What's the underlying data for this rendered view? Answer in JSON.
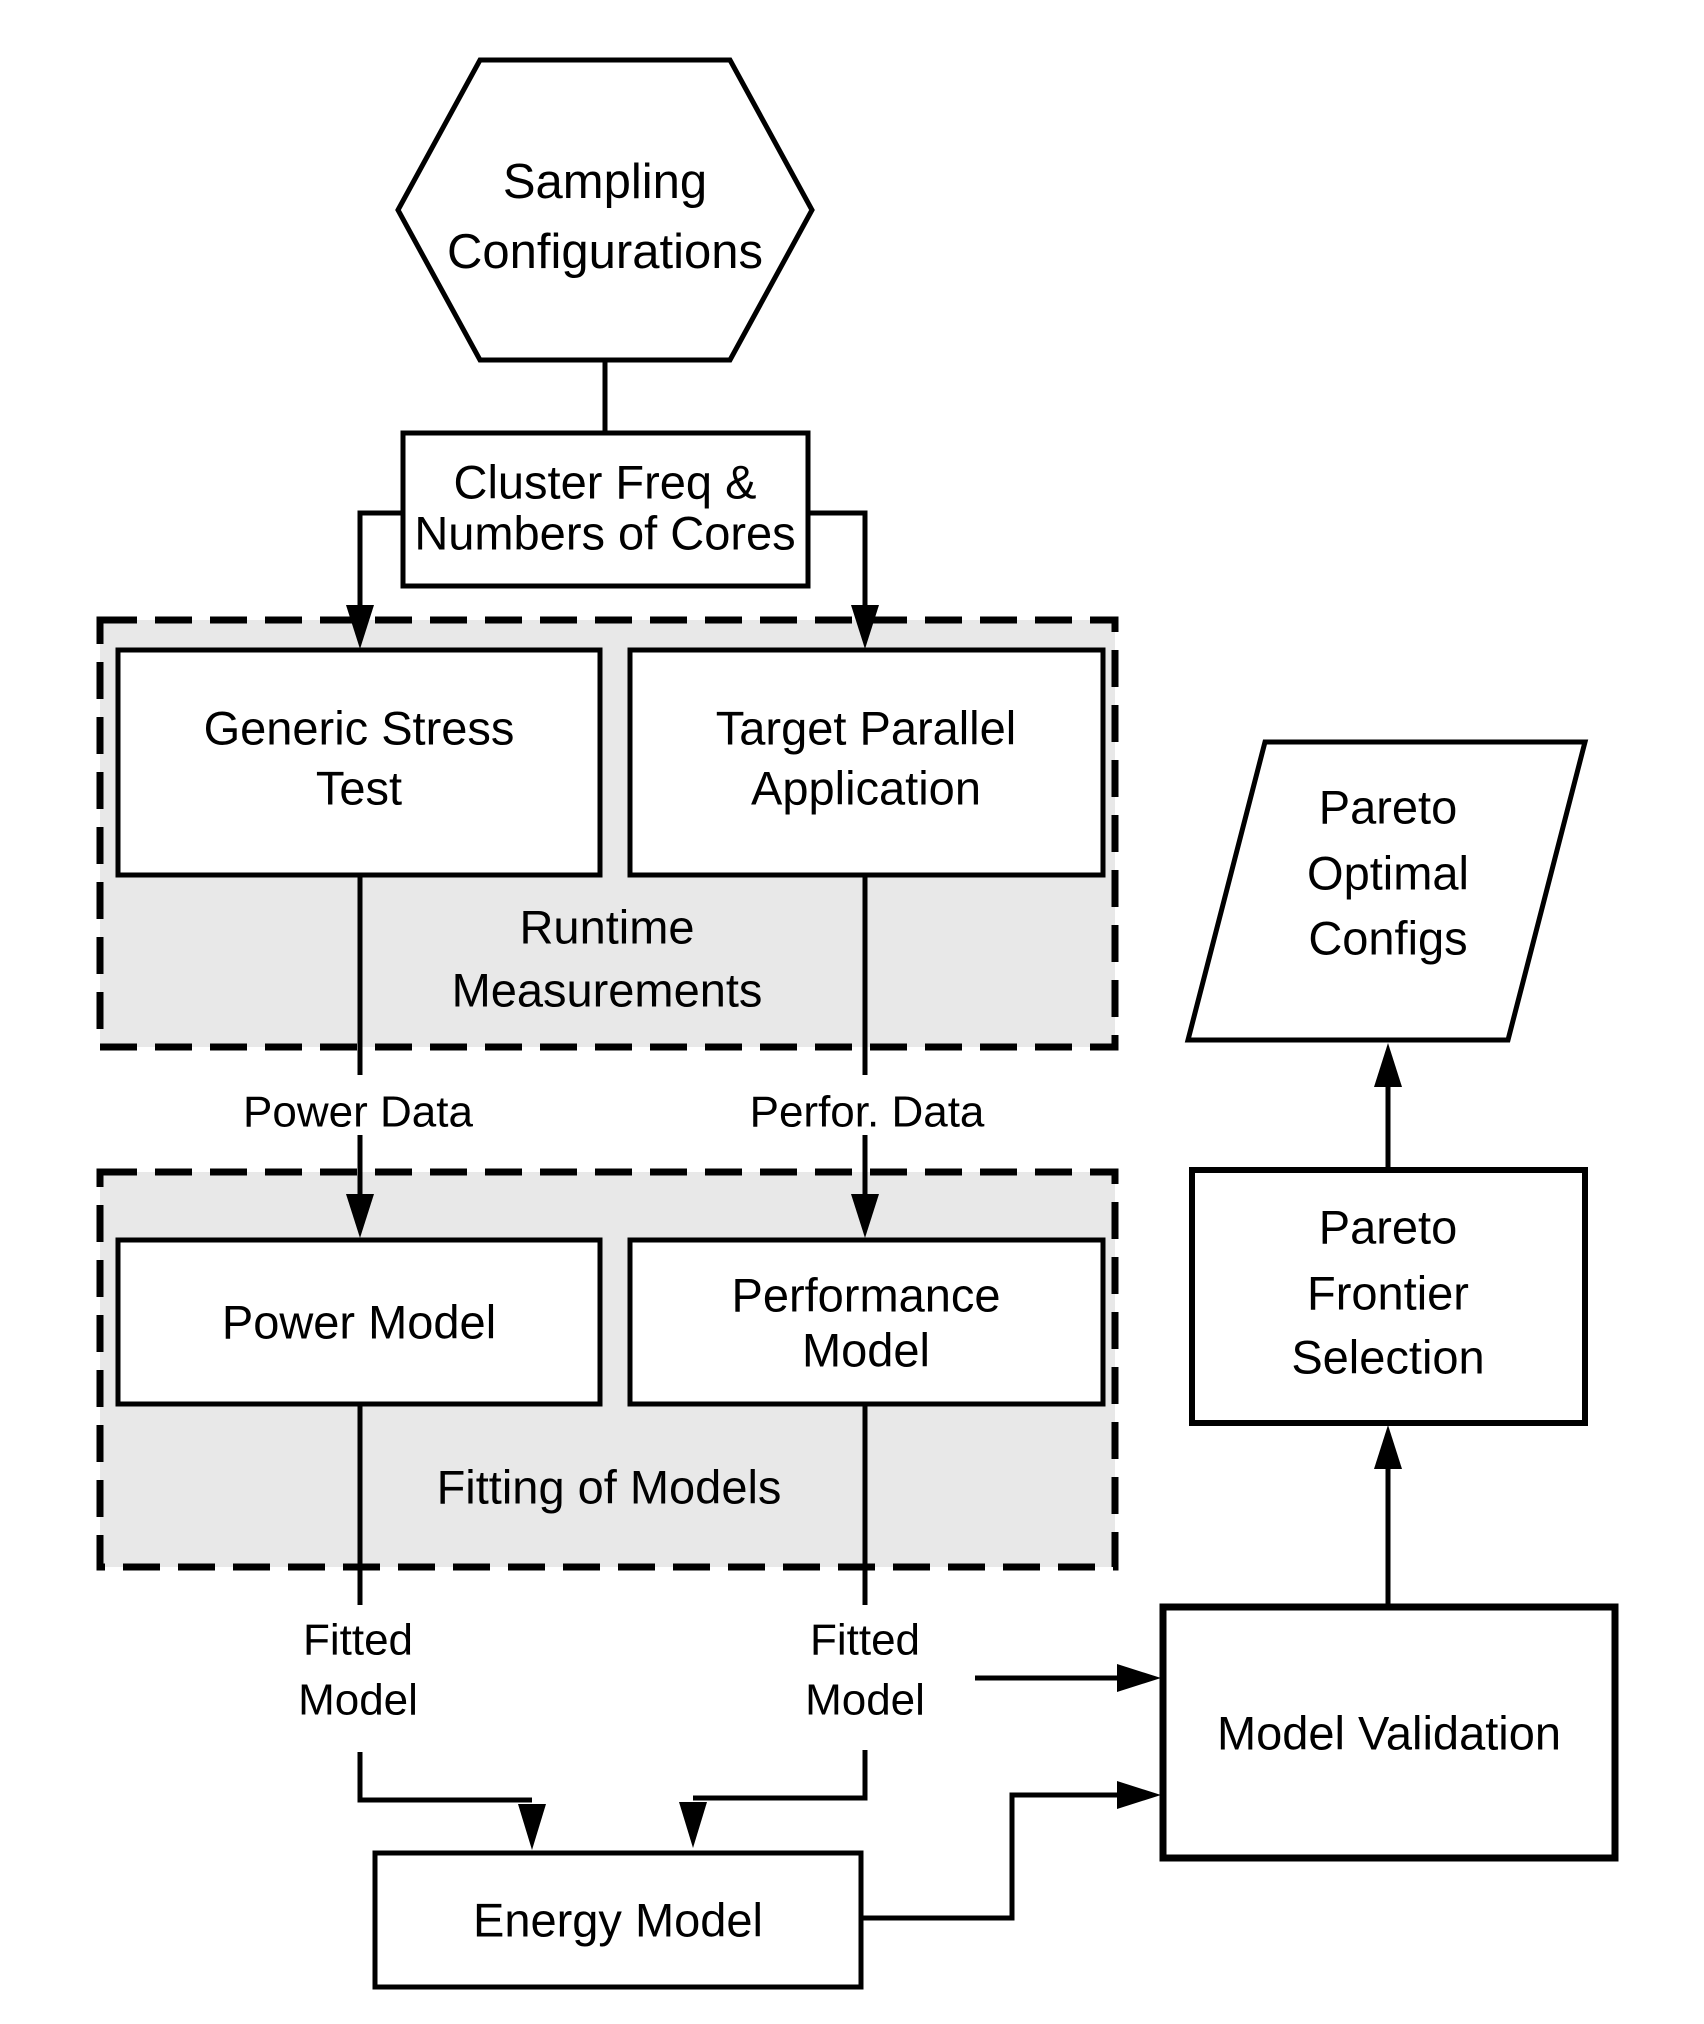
{
  "colors": {
    "background": "#ffffff",
    "container_fill": "#e8e8e8",
    "node_fill": "#ffffff",
    "stroke": "#000000"
  },
  "nodes": {
    "sampling": {
      "line1": "Sampling",
      "line2": "Configurations"
    },
    "cluster": {
      "line1": "Cluster Freq &",
      "line2": "Numbers of Cores"
    },
    "generic": {
      "line1": "Generic Stress",
      "line2": "Test"
    },
    "target": {
      "line1": "Target Parallel",
      "line2": "Application"
    },
    "runtime": {
      "line1": "Runtime",
      "line2": "Measurements"
    },
    "power_model": {
      "label": "Power Model"
    },
    "performance_model": {
      "line1": "Performance",
      "line2": "Model"
    },
    "fitting": {
      "label": "Fitting of Models"
    },
    "energy": {
      "label": "Energy Model"
    },
    "validation": {
      "label": "Model Validation"
    },
    "frontier": {
      "line1": "Pareto",
      "line2": "Frontier",
      "line3": "Selection"
    },
    "optimal": {
      "line1": "Pareto",
      "line2": "Optimal",
      "line3": "Configs"
    }
  },
  "edge_labels": {
    "power_data": "Power Data",
    "perfor_data": "Perfor. Data",
    "fitted_left": {
      "line1": "Fitted",
      "line2": "Model"
    },
    "fitted_right": {
      "line1": "Fitted",
      "line2": "Model"
    }
  }
}
